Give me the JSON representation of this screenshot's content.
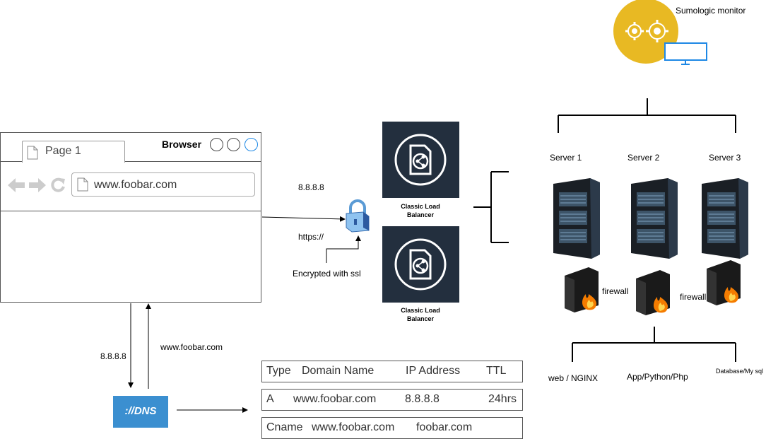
{
  "browser": {
    "title": "Browser",
    "tab_label": "Page 1",
    "url": "www.foobar.com"
  },
  "labels": {
    "ip_top": "8.8.8.8",
    "https": "https://",
    "encrypted": "Encrypted with ssl",
    "ip_left": "8.8.8.8",
    "domain_left": "www.foobar.com"
  },
  "load_balancers": [
    {
      "line1": "Classic Load",
      "line2": "Balancer"
    },
    {
      "line1": "Classic Load",
      "line2": "Balancer"
    }
  ],
  "monitor": {
    "label": "Sumologic monitor"
  },
  "servers": [
    "Server 1",
    "Server 2",
    "Server 3"
  ],
  "firewalls": [
    "firewall",
    "firewall"
  ],
  "stack": {
    "web": "web / NGINX",
    "app": "App/Python/Php",
    "db": "Database/My sql"
  },
  "dns": {
    "label": "://DNS"
  },
  "dns_records": {
    "header": [
      "Type",
      "Domain Name",
      "IP Address",
      "TTL"
    ],
    "row_a": [
      "A",
      "www.foobar.com",
      "8.8.8.8",
      "24hrs"
    ],
    "row_cname": [
      "Cname",
      "www.foobar.com",
      "foobar.com"
    ]
  },
  "colors": {
    "monitor_gold": "#e8b923",
    "aws_dark": "#232f3e",
    "dns_blue": "#3b8fd0",
    "screen_blue": "#1e88e5"
  }
}
